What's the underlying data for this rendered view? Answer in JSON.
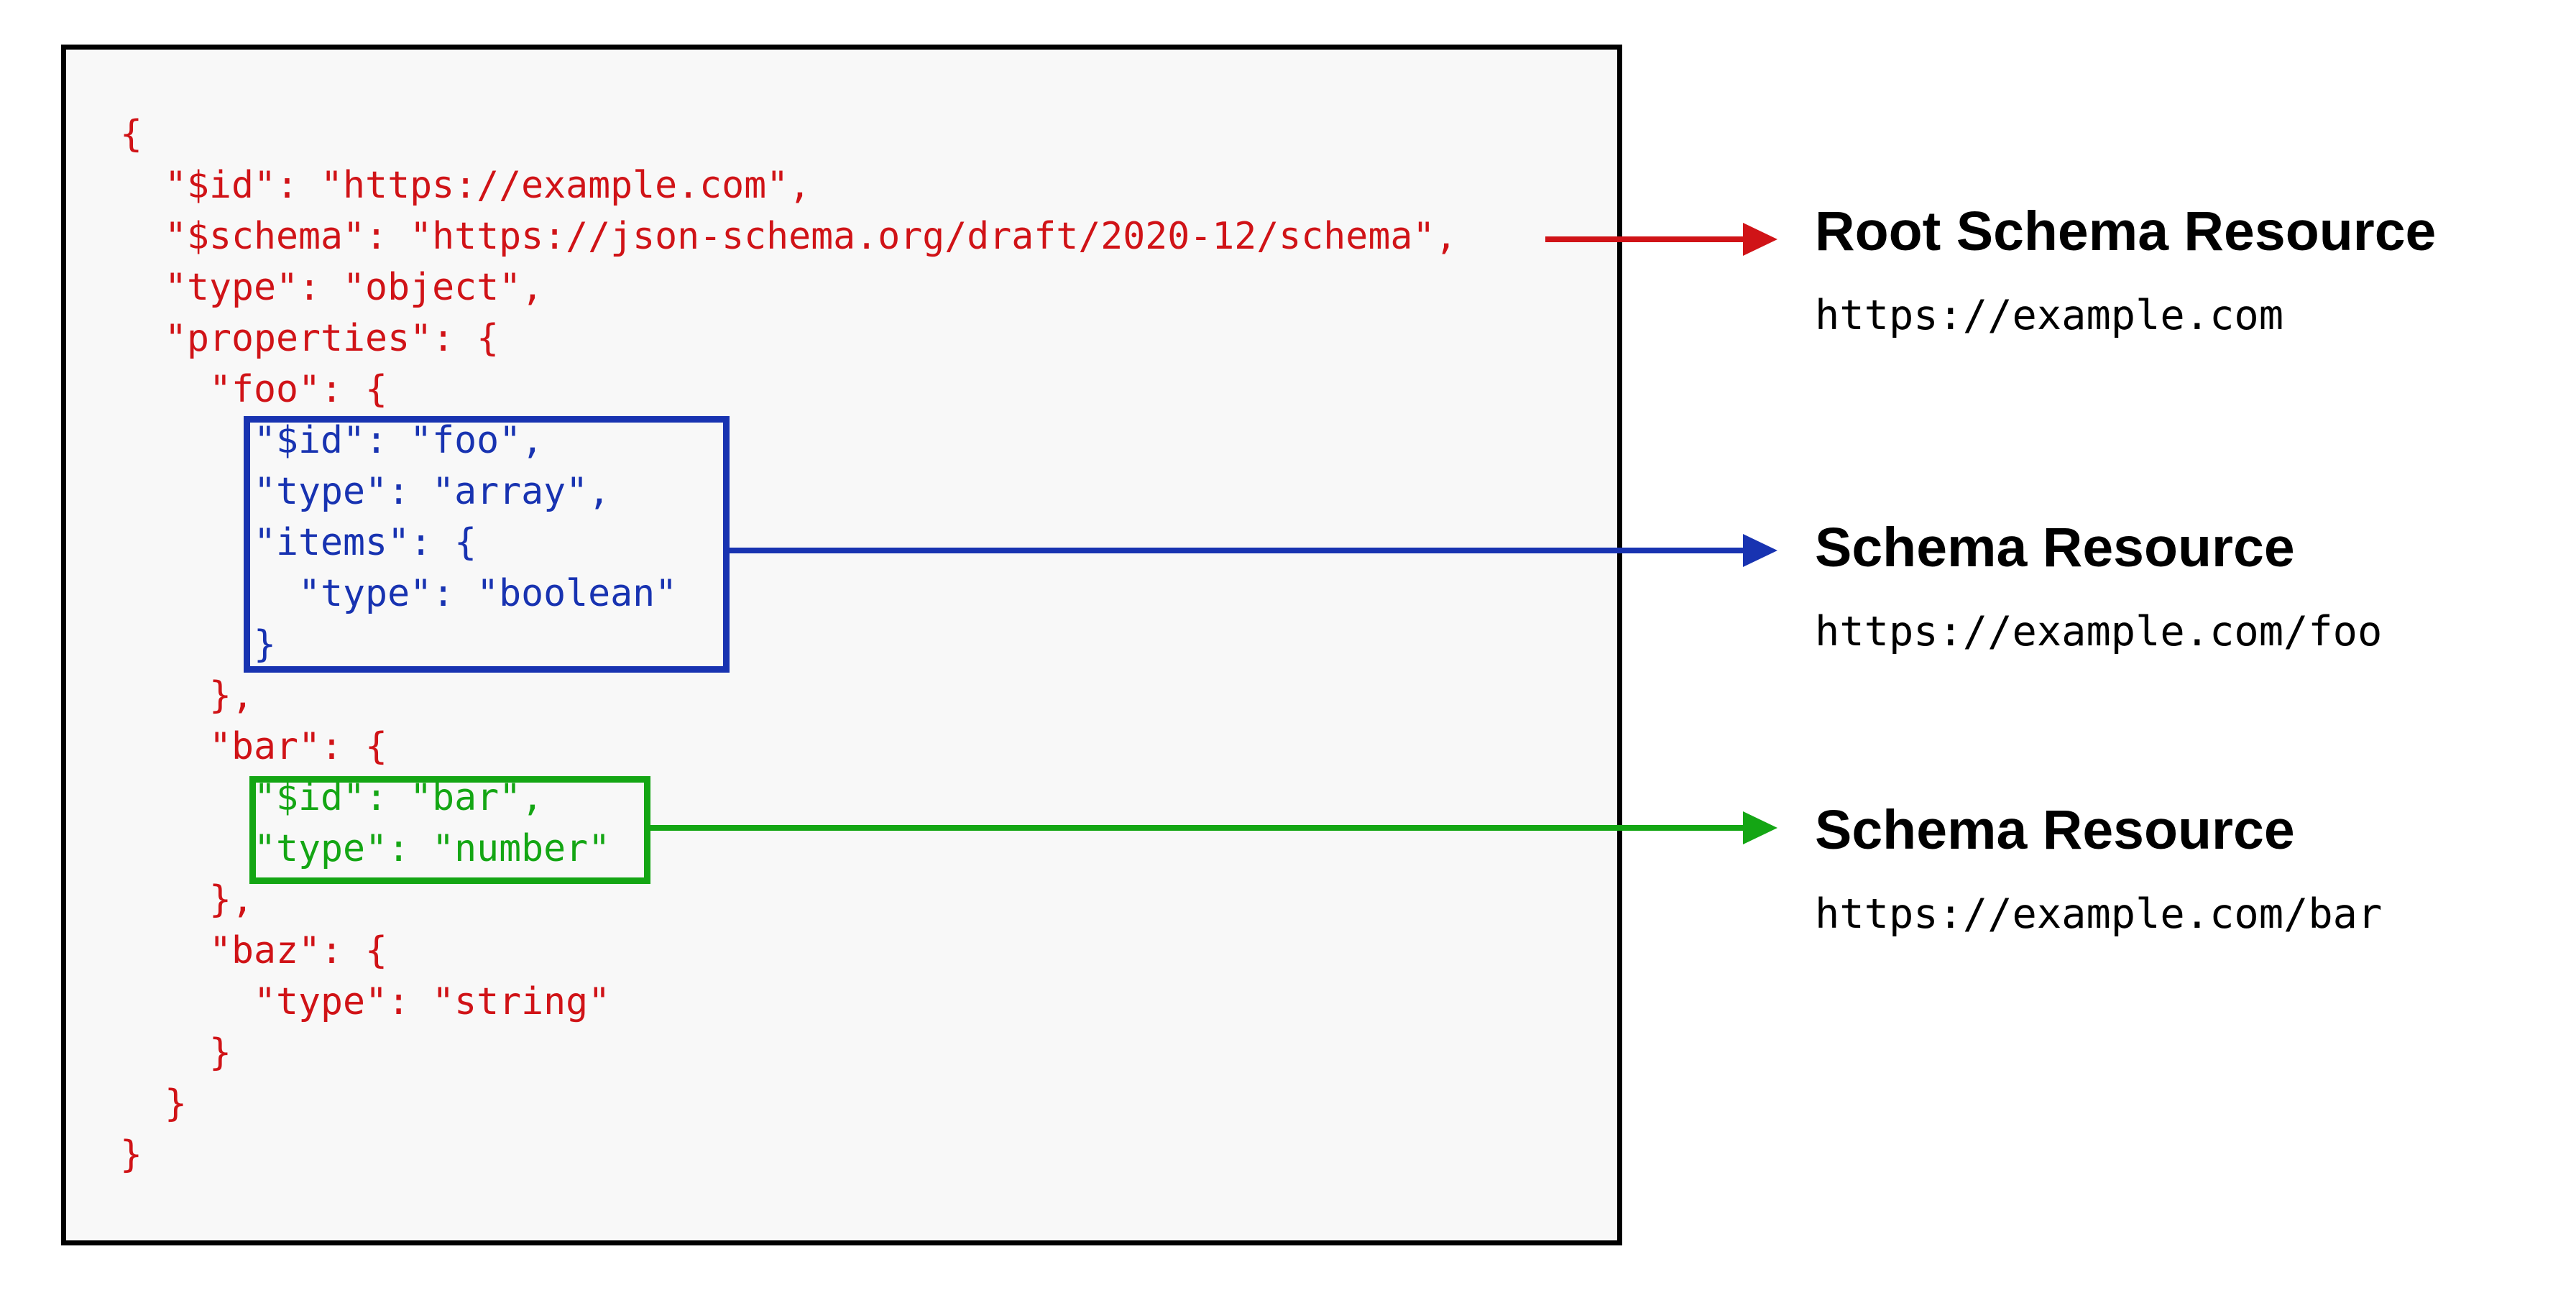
{
  "diagram": {
    "colors": {
      "red": "#d01317",
      "blue": "#1833b1",
      "green": "#14a614",
      "box_border": "#000000",
      "box_fill": "#f8f8f8",
      "label_text": "#000000"
    },
    "code": {
      "lines": [
        {
          "text": "{",
          "color": "red"
        },
        {
          "text": "  \"$id\": \"https://example.com\",",
          "color": "red"
        },
        {
          "text": "  \"$schema\": \"https://json-schema.org/draft/2020-12/schema\",",
          "color": "red"
        },
        {
          "text": "  \"type\": \"object\",",
          "color": "red"
        },
        {
          "text": "  \"properties\": {",
          "color": "red"
        },
        {
          "text": "    \"foo\": {",
          "color": "red"
        },
        {
          "text": "      \"$id\": \"foo\",",
          "color": "blue"
        },
        {
          "text": "      \"type\": \"array\",",
          "color": "blue"
        },
        {
          "text": "      \"items\": {",
          "color": "blue"
        },
        {
          "text": "        \"type\": \"boolean\"",
          "color": "blue"
        },
        {
          "text": "      }",
          "color": "blue"
        },
        {
          "text": "    },",
          "color": "red"
        },
        {
          "text": "    \"bar\": {",
          "color": "red"
        },
        {
          "text": "      \"$id\": \"bar\",",
          "color": "green"
        },
        {
          "text": "      \"type\": \"number\"",
          "color": "green"
        },
        {
          "text": "    },",
          "color": "red"
        },
        {
          "text": "    \"baz\": {",
          "color": "red"
        },
        {
          "text": "      \"type\": \"string\"",
          "color": "red"
        },
        {
          "text": "    }",
          "color": "red"
        },
        {
          "text": "  }",
          "color": "red"
        },
        {
          "text": "}",
          "color": "red"
        }
      ]
    },
    "labels": [
      {
        "title": "Root Schema Resource",
        "url": "https://example.com",
        "arrow_color": "red"
      },
      {
        "title": "Schema Resource",
        "url": "https://example.com/foo",
        "arrow_color": "blue"
      },
      {
        "title": "Schema Resource",
        "url": "https://example.com/bar",
        "arrow_color": "green"
      }
    ]
  }
}
